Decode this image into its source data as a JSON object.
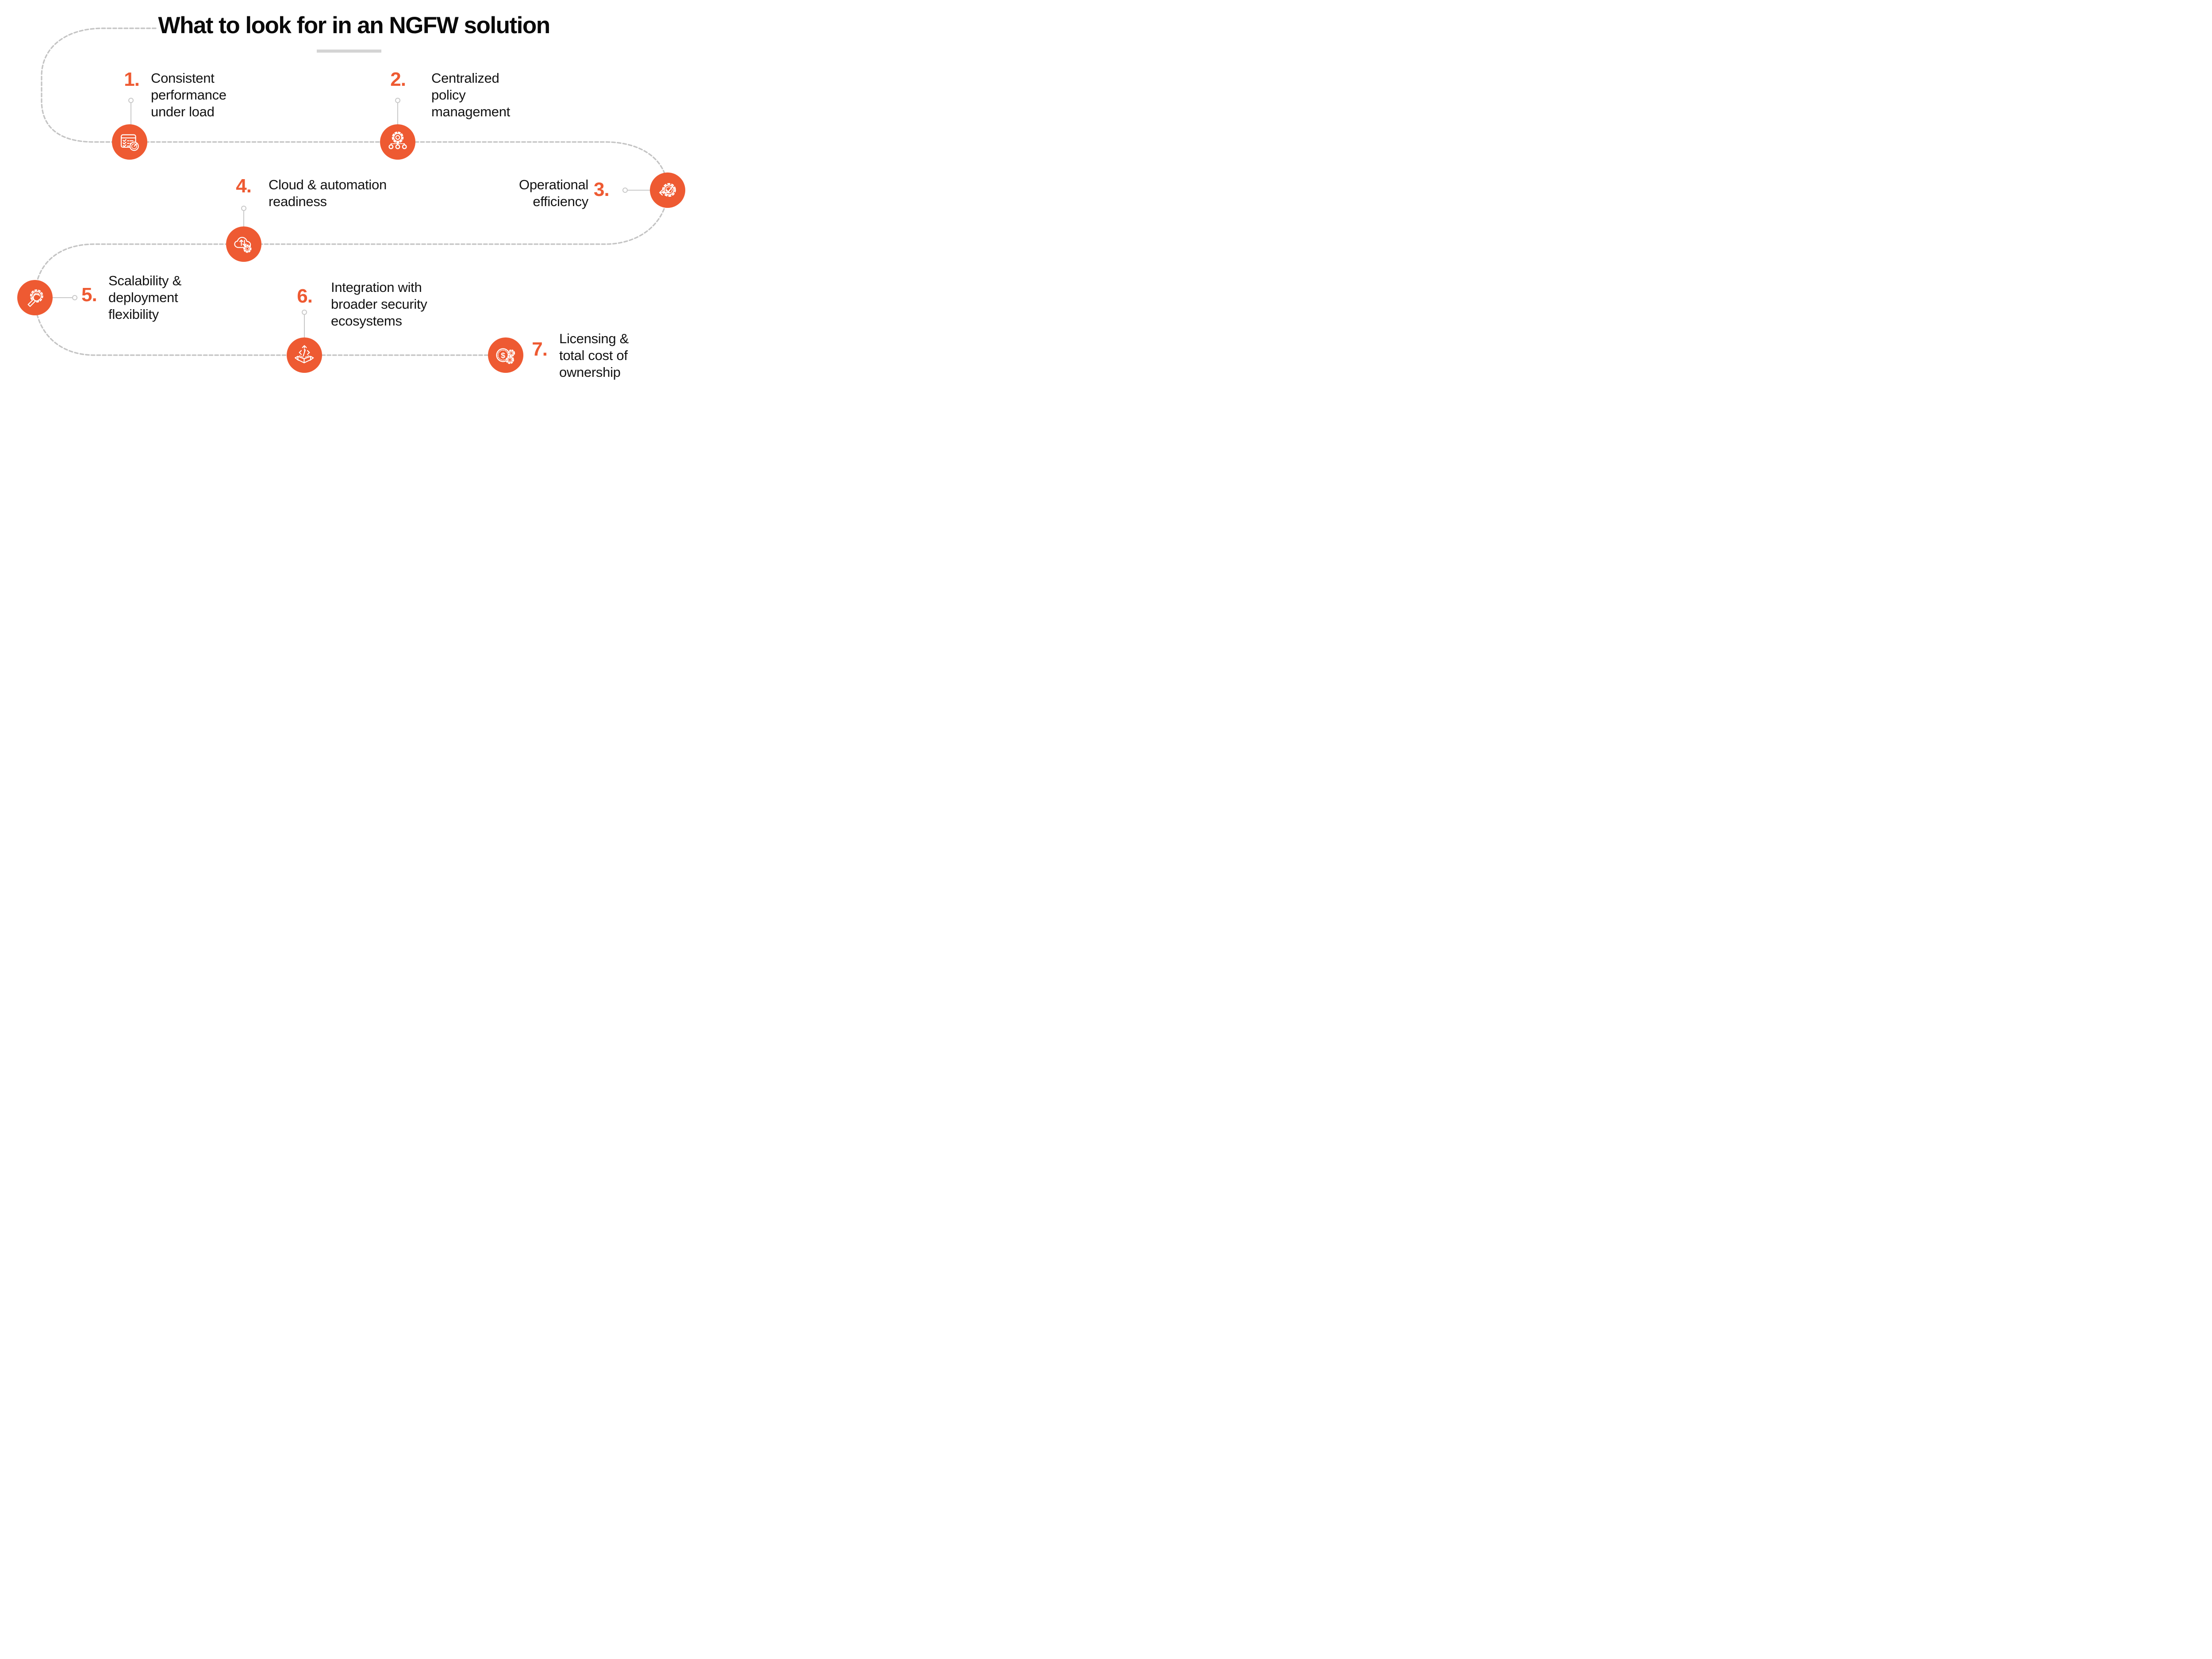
{
  "title": "What to look for in an NGFW solution",
  "colors": {
    "accent": "#EE5A32",
    "path_gray": "#C4C4C4",
    "connector_gray": "#C9C9C9",
    "title_color": "#0A0A0A",
    "text_color": "#131313",
    "underline_gray": "#D4D4D4"
  },
  "items": [
    {
      "number": "1.",
      "icon": "checklist-speedometer-icon",
      "lines": [
        "Consistent",
        "performance",
        "under load"
      ]
    },
    {
      "number": "2.",
      "icon": "gear-network-icon",
      "lines": [
        "Centralized",
        "policy",
        "management"
      ]
    },
    {
      "number": "3.",
      "icon": "efficiency-gear-check-icon",
      "lines": [
        "Operational",
        "efficiency"
      ]
    },
    {
      "number": "4.",
      "icon": "cloud-automation-icon",
      "lines": [
        "Cloud & automation",
        "readiness"
      ]
    },
    {
      "number": "5.",
      "icon": "wrench-gear-icon",
      "lines": [
        "Scalability &",
        "deployment",
        "flexibility"
      ]
    },
    {
      "number": "6.",
      "icon": "open-box-integration-icon",
      "lines": [
        "Integration with",
        "broader security",
        "ecosystems"
      ]
    },
    {
      "number": "7.",
      "icon": "dollar-gears-icon",
      "lines": [
        "Licensing &",
        "total cost of",
        "ownership"
      ]
    }
  ]
}
